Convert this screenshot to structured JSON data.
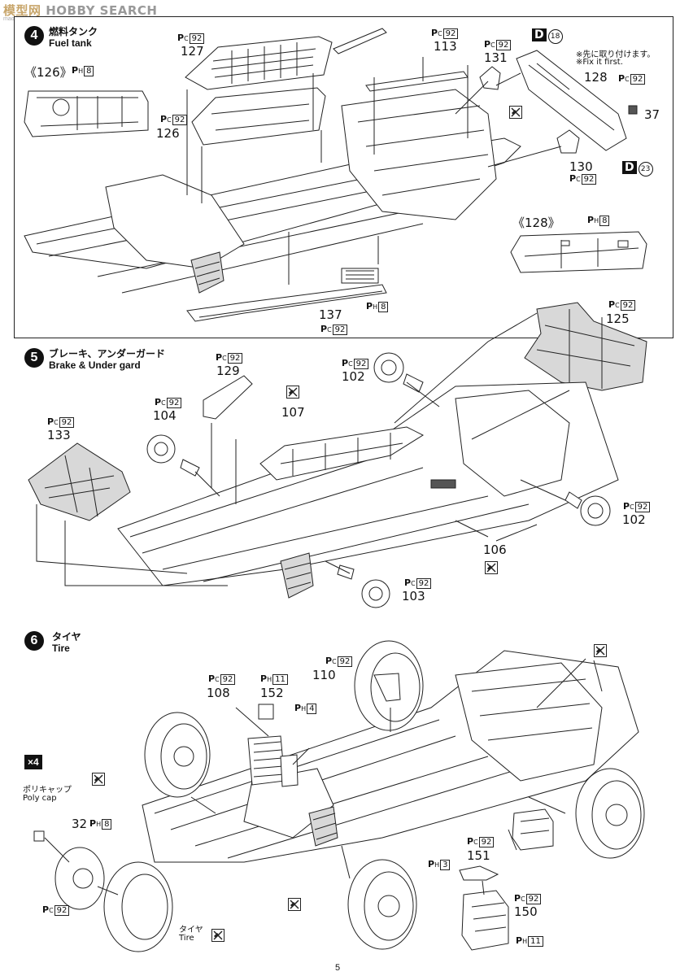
{
  "watermark": {
    "logo": "模型网",
    "text": "HOBBY SEARCH",
    "sub": "mao.hobbysearch.com"
  },
  "page_number": "5",
  "step4": {
    "number": "4",
    "title_jp": "燃料タンク",
    "title_en": "Fuel tank",
    "note_jp": "※先に取り付けます。",
    "note_en": "※Fix it first.",
    "ref126": "《126》",
    "ref128": "《128》",
    "parts": {
      "p127": "127",
      "p126": "126",
      "p113": "113",
      "p131": "131",
      "p128": "128",
      "p37": "37",
      "p130": "130",
      "p137": "137"
    },
    "d18": {
      "letter": "D",
      "num": "18"
    },
    "d23": {
      "letter": "D",
      "num": "23"
    }
  },
  "step5": {
    "number": "5",
    "title_jp": "ブレーキ、アンダーガード",
    "title_en": "Brake & Under gard",
    "parts": {
      "p129": "129",
      "p102a": "102",
      "p125": "125",
      "p104": "104",
      "p107": "107",
      "p133": "133",
      "p102b": "102",
      "p106": "106",
      "p103": "103"
    }
  },
  "step6": {
    "number": "6",
    "title_jp": "タイヤ",
    "title_en": "Tire",
    "multiplier": "×4",
    "polycap_jp": "ポリキャップ",
    "polycap_en": "Poly cap",
    "tire_jp": "タイヤ",
    "tire_en": "Tire",
    "parts": {
      "p110": "110",
      "p108": "108",
      "p152": "152",
      "p32": "32",
      "p151": "151",
      "p150": "150"
    }
  },
  "paint": {
    "pc": "P",
    "pc_sub": "C",
    "ph": "P",
    "ph_sub": "H",
    "c92": "92",
    "c8": "8",
    "c4": "4",
    "c11": "11",
    "c3": "3"
  }
}
